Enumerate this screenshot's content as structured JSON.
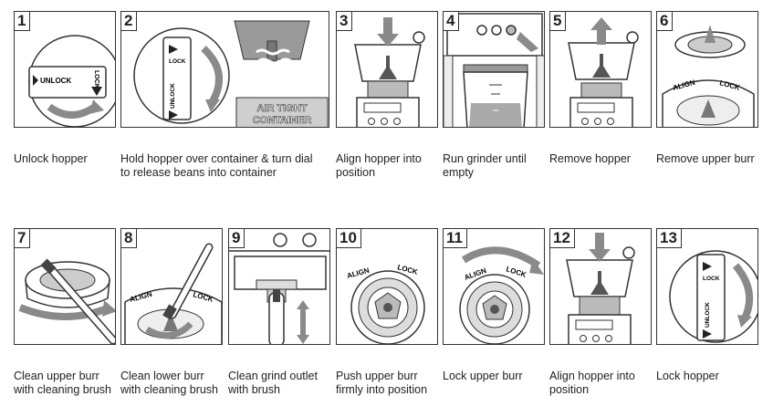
{
  "steps": [
    {
      "n": "1",
      "caption": "Unlock hopper"
    },
    {
      "n": "2",
      "caption": "Hold hopper over container & turn dial to release beans into container"
    },
    {
      "n": "3",
      "caption": "Align hopper into position"
    },
    {
      "n": "4",
      "caption": "Run grinder until empty"
    },
    {
      "n": "5",
      "caption": "Remove hopper"
    },
    {
      "n": "6",
      "caption": "Remove upper burr"
    },
    {
      "n": "7",
      "caption": "Clean upper burr with cleaning brush"
    },
    {
      "n": "8",
      "caption": "Clean lower burr with cleaning brush"
    },
    {
      "n": "9",
      "caption": "Clean grind outlet with brush"
    },
    {
      "n": "10",
      "caption": "Push upper burr firmly into position"
    },
    {
      "n": "11",
      "caption": "Lock upper burr"
    },
    {
      "n": "12",
      "caption": "Align hopper into position"
    },
    {
      "n": "13",
      "caption": "Lock hopper"
    }
  ],
  "labels": {
    "unlock": "UNLOCK",
    "lock": "LOCK",
    "align": "ALIGN",
    "container_line1": "AIR TIGHT",
    "container_line2": "CONTAINER"
  },
  "colors": {
    "line": "#333333",
    "arrow": "#8a8a8a",
    "fill": "#d9d9d9",
    "dark": "#555555"
  }
}
